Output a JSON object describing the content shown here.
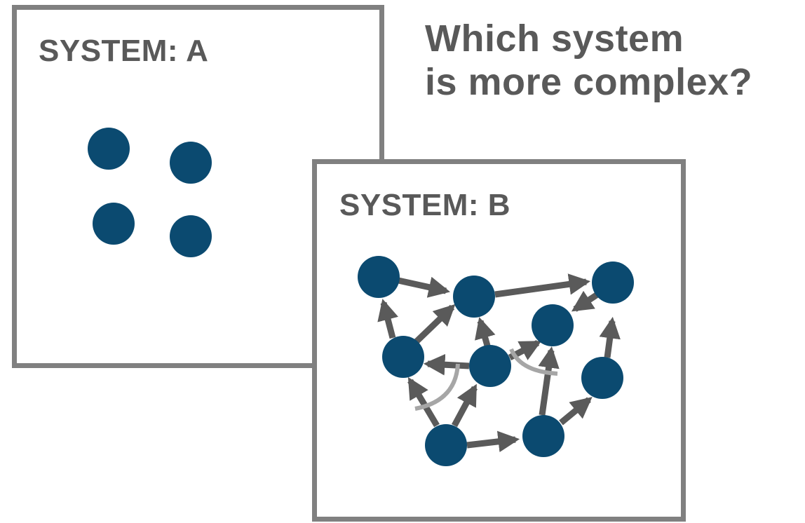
{
  "system_a": {
    "title": "SYSTEM: A"
  },
  "system_b": {
    "title": "SYSTEM: B"
  },
  "question": {
    "line1": "Which system",
    "line2": "is more complex?"
  },
  "colors": {
    "node": "#0b4a70",
    "edge": "#5a5a5a",
    "feedback_arc": "#a6a6a6",
    "border": "#808080",
    "text": "#595959"
  }
}
